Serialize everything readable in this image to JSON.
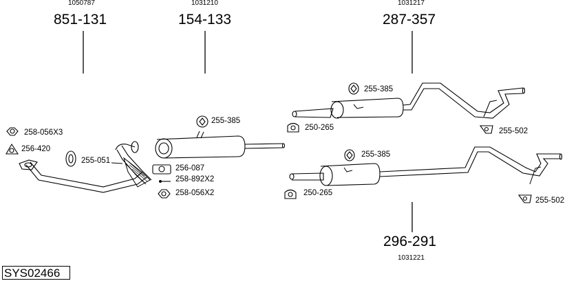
{
  "system_code": "SYS02466",
  "parts": {
    "p1": {
      "ref": "1050787",
      "number": "851-131"
    },
    "p2": {
      "ref": "1031210",
      "number": "154-133"
    },
    "p3": {
      "ref": "1031217",
      "number": "287-357"
    },
    "p4": {
      "ref": "1031221",
      "number": "296-291"
    }
  },
  "labels": {
    "a1": "258-056X3",
    "a2": "256-420",
    "a3": "255-051",
    "a4": "255-385",
    "a5": "256-087",
    "a6": "258-892X2",
    "a7": "258-056X2",
    "b1": "255-385",
    "b2": "250-265",
    "b3": "255-502",
    "c1": "255-385",
    "c2": "250-265",
    "c3": "255-502"
  }
}
